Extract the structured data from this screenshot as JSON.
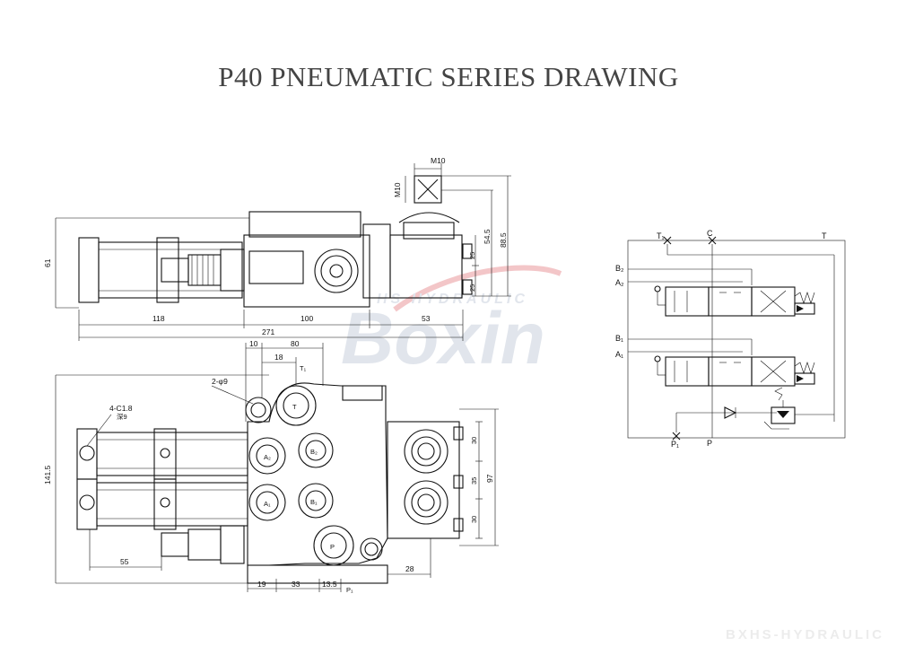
{
  "title": "P40 PNEUMATIC SERIES DRAWING",
  "watermark": {
    "brand": "Boxin",
    "subtitle": "HS HYDRAULIC",
    "footer": "BXHS-HYDRAULIC"
  },
  "side_view": {
    "dims": {
      "height": "61",
      "left": "118",
      "middle": "100",
      "right": "53",
      "total": "271",
      "top_thread": "M10",
      "side_thread": "M10",
      "v1": "54.5",
      "v2": "88.5",
      "v3": "25",
      "v4": "25"
    }
  },
  "front_view": {
    "dims": {
      "d10": "10",
      "d80": "80",
      "d18": "18",
      "holes2": "2-φ9",
      "holes4": "4-C1.8",
      "holes4b": "深9",
      "height": "141.5",
      "d55": "55",
      "d19": "19",
      "d33": "33",
      "d135": "13.5",
      "d28": "28",
      "d30a": "30",
      "d35": "35",
      "d30b": "30",
      "d97": "97"
    },
    "ports": {
      "T": "T",
      "P": "P",
      "A1": "A₁",
      "B1": "B₁",
      "A2": "A₂",
      "B2": "B₂",
      "T1": "T₁",
      "P1": "P₁"
    }
  },
  "schematic": {
    "labels": {
      "T1": "T₁",
      "C": "C",
      "T": "T",
      "B2": "B₂",
      "A2": "A₂",
      "B1": "B₁",
      "A1": "A₁",
      "P1": "P₁",
      "P": "P"
    }
  }
}
